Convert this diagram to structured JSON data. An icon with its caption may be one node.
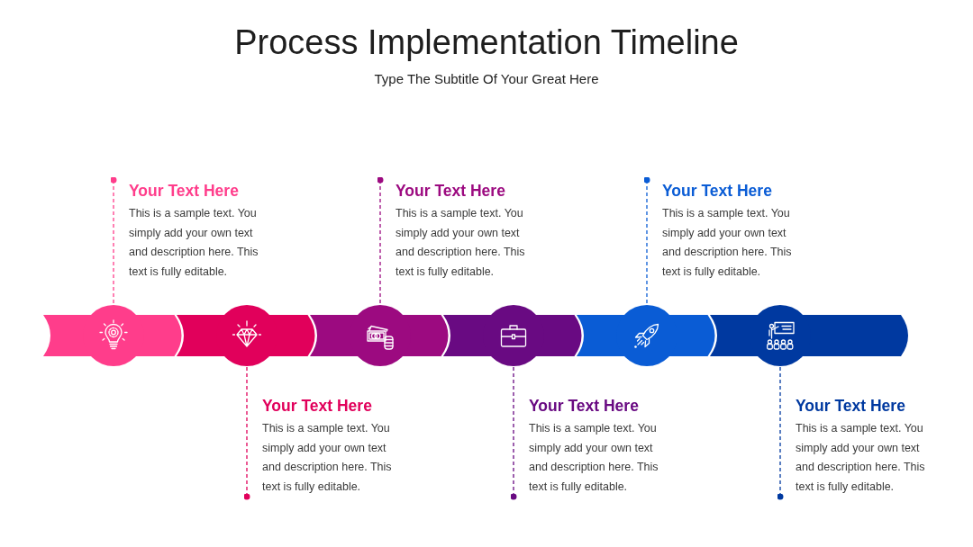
{
  "diagram": {
    "title": "Process Implementation Timeline",
    "nodes": [
      {
        "text": [
          "Your Text Here",
          "This is a sample text. You simply add your own text and description here. This text is fully editable."
        ]
      },
      {
        "text": [
          "Your Text Here",
          "This is a sample text. You simply add your own text and description here. This text is fully editable."
        ]
      },
      {
        "text": [
          "Your Text Here",
          "This is a sample text. You simply add your own text and description here. This text is fully editable."
        ]
      },
      {
        "text": [
          "Your Text Here",
          "This is a sample text. You simply add your own text and description here. This text is fully editable."
        ]
      },
      {
        "text": [
          "Your Text Here",
          "This is a sample text. You simply add your own text and description here. This text is fully editable."
        ]
      },
      {
        "text": [
          "Your Text Here",
          "This is a sample text. You simply add your own text and description here. This text is fully editable."
        ]
      },
      {
        "text": [],
        "shape": "circle"
      },
      {
        "text": [],
        "shape": "circle"
      },
      {
        "text": [],
        "shape": "circle"
      },
      {
        "text": [],
        "shape": "circle"
      },
      {
        "text": [],
        "shape": "circle"
      },
      {
        "text": [],
        "shape": "circle"
      }
    ],
    "edges": [
      {
        "from": 0,
        "to": 6,
        "arrow": "other",
        "style": "dashed",
        "color": "#ff3d8b"
      },
      {
        "from": 1,
        "to": 7,
        "arrow": "other",
        "style": "dashed",
        "color": "#e1005b"
      },
      {
        "from": 2,
        "to": 8,
        "arrow": "other",
        "style": "dashed",
        "color": "#9c0a80"
      },
      {
        "from": 3,
        "to": 9,
        "arrow": "other",
        "style": "dashed",
        "color": "#690a82"
      },
      {
        "from": 4,
        "to": 10,
        "arrow": "other",
        "style": "dashed",
        "color": "#0a5cd5"
      },
      {
        "from": 5,
        "to": 11,
        "arrow": "other",
        "style": "dashed",
        "color": "#0039a0"
      }
    ],
    "labels": [
      "Type The Subtitle Of Your Great Here"
    ]
  }
}
